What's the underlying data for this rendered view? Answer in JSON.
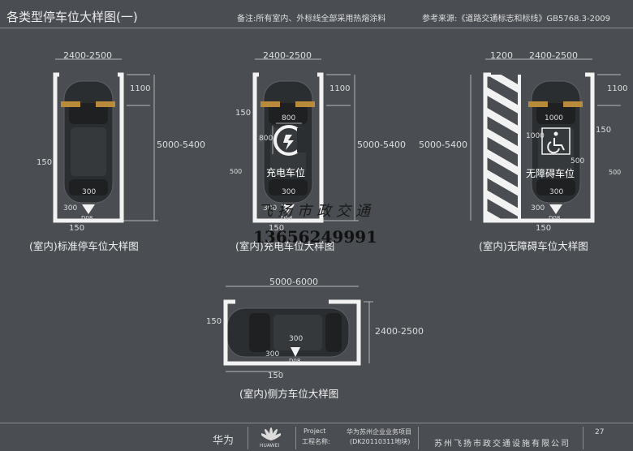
{
  "header": {
    "title": "各类型停车位大样图(一)",
    "note": "备注:所有室内、外标线全部采用热熔涂料",
    "reference": "参考来源:《道路交通标志和标线》GB5768.3-2009"
  },
  "panels": {
    "standard": {
      "caption": "(室内)标准停车位大样图",
      "dim_top": "2400-2500",
      "dim_right_top": "1100",
      "dim_right": "5000-5400",
      "dim_left": "150",
      "dim_stop": "300",
      "dim_stop_h": "300",
      "dim_bottom": "150",
      "code": "D08"
    },
    "charging": {
      "caption": "(室内)充电车位大样图",
      "dim_top": "2400-2500",
      "dim_right_top": "1100",
      "dim_right": "5000-5400",
      "dim_left": "150",
      "dim_icon_w": "800",
      "dim_icon_h": "800",
      "dim_text": "500",
      "text": "充电车位",
      "dim_stop": "300",
      "dim_stop_h": "300",
      "dim_bottom": "150",
      "code": "D08"
    },
    "accessible": {
      "caption": "(室内)无障碍车位大样图",
      "dim_hatch": "1200",
      "dim_top": "2400-2500",
      "dim_right_top": "1100",
      "dim_left": "5000-5400",
      "dim_icon_w": "1000",
      "dim_icon_h": "1000",
      "dim_right": "150",
      "dim_text": "500",
      "dim_text_r": "500",
      "text": "无障碍车位",
      "dim_stop": "300",
      "dim_stop_h": "300",
      "dim_bottom": "150",
      "code": "D08"
    },
    "parallel": {
      "caption": "(室内)侧方车位大样图",
      "dim_top": "5000-6000",
      "dim_left": "150",
      "dim_right": "2400-2500",
      "dim_stop": "300",
      "dim_stop_h": "300",
      "dim_bottom": "150",
      "code": "D08"
    }
  },
  "watermark": {
    "brand": "飞扬市政交通",
    "phone": "13656249991"
  },
  "footer": {
    "client": "华为",
    "logo_text": "HUAWEI",
    "project_label_en": "Project",
    "project_label_cn": "工程名称:",
    "project_name": "华为苏州企业业务项目",
    "project_code": "(DK20110311地块)",
    "company": "苏州飞扬市政交通设施有限公司",
    "page": "27"
  },
  "colors": {
    "background": "#4a4e52",
    "marking": "#f2f2f2",
    "car": "#2a2d30"
  }
}
